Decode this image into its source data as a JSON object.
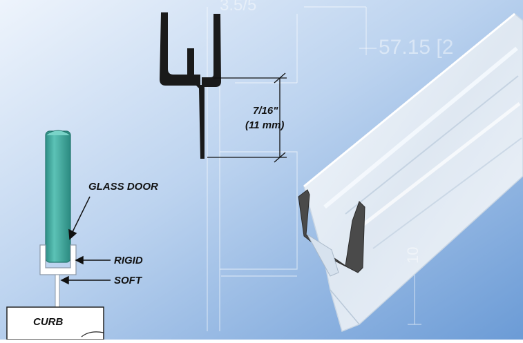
{
  "background": {
    "top_left": "#e9f1fb",
    "bottom_right": "#6f9fd8"
  },
  "faint_dimensions": {
    "top": "3.5/5",
    "right": "57.15 [2",
    "vertical": "10"
  },
  "dimension": {
    "inches": "7/16\"",
    "mm": "(11 mm)"
  },
  "callouts": {
    "glass_door": "GLASS DOOR",
    "rigid": "RIGID",
    "soft": "SOFT",
    "curb": "CURB"
  },
  "colors": {
    "glass": "#3aa79e",
    "profile": "#1a1a1a",
    "vinyl_edge": "#4a4a4a"
  }
}
